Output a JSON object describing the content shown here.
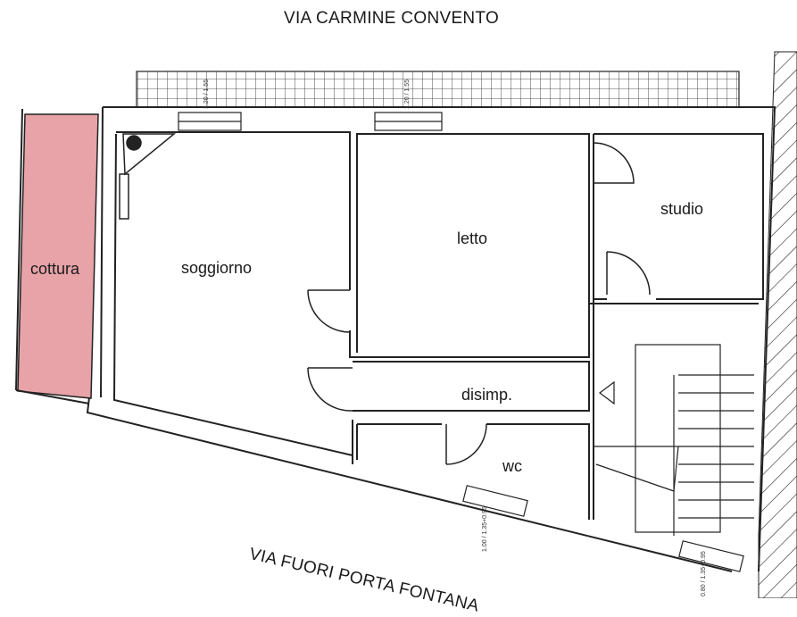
{
  "streets": {
    "top": "VIA CARMINE CONVENTO",
    "bottom": "VIA FUORI PORTA FONTANA"
  },
  "rooms": {
    "cottura": "cottura",
    "soggiorno": "soggiorno",
    "letto": "letto",
    "studio": "studio",
    "disimp": "disimp.",
    "wc": "wc"
  },
  "window_dims": {
    "w1": "1.20 / 1.55",
    "w2": "1.20 / 1.55",
    "w3": "1.00 / 1.35+0.95",
    "w4": "0.80 / 1.35+0.95"
  },
  "colors": {
    "cottura_fill": "#e7a3a8",
    "wall": "#222222"
  }
}
